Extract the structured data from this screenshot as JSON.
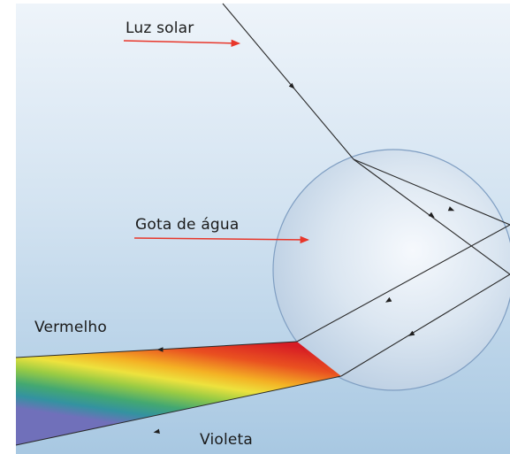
{
  "labels": {
    "sunlight": "Luz solar",
    "water_drop": "Gota de água",
    "red": "Vermelho",
    "violet": "Violeta"
  },
  "colors": {
    "sky_top": "#e9f1f8",
    "sky_bottom": "#a9c9e3",
    "drop_fill": "#d9e4f0",
    "drop_outline": "#7f9ec2",
    "ray": "#2a2a2a",
    "pointer_arrow": "#e8362a",
    "spectrum": [
      "#d9141b",
      "#ef5a17",
      "#f6b21a",
      "#f1e233",
      "#9ccc3a",
      "#3fa66a",
      "#2e8f9a",
      "#5b6fb8",
      "#8a63b8"
    ]
  }
}
